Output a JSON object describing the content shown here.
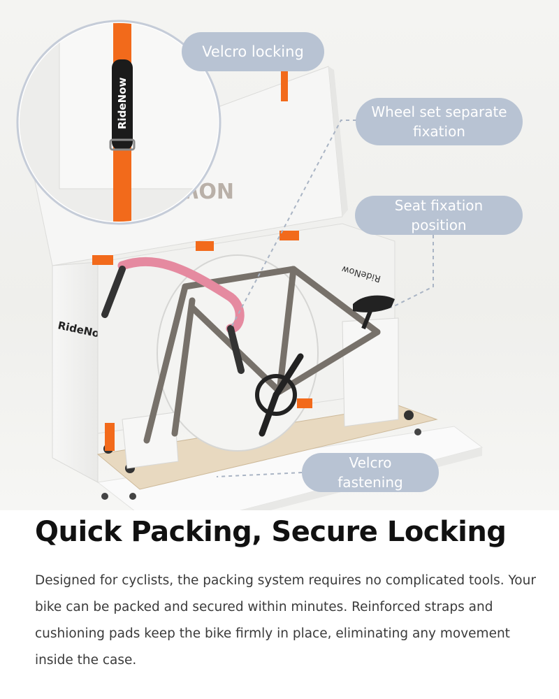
{
  "callouts": {
    "velcro_locking": "Velcro locking",
    "wheel_set": "Wheel set separate\nfixation",
    "seat_fixation": "Seat fixation position",
    "velcro_fastening": "Velcro fastening"
  },
  "brand": {
    "logo_text": "RideNow"
  },
  "headline": "Quick Packing, Secure Locking",
  "body": "Designed for cyclists, the packing system requires no complicated tools. Your bike can be packed and secured within minutes. Reinforced straps and cushioning pads keep the bike firmly in place, eliminating any movement inside the case.",
  "colors": {
    "strap_orange": "#f26a1b",
    "callout_bg": "#b8c3d3",
    "bar_tape_pink": "#e58aa0",
    "frame_gray": "#77716a"
  }
}
